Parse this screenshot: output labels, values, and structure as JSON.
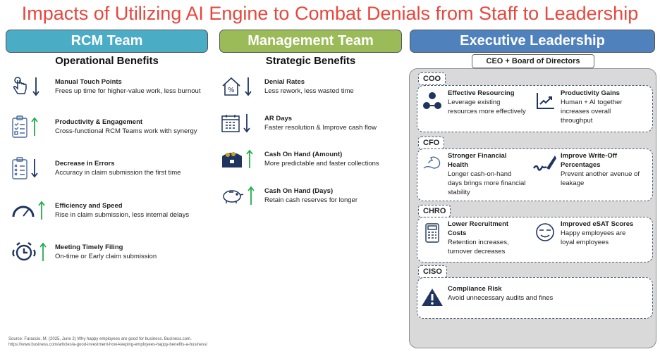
{
  "title": "Impacts of Utilizing AI Engine to Combat Denials from Staff to Leadership",
  "colors": {
    "title": "#e8463c",
    "rcm": "#4bacc6",
    "mgmt": "#9bbb59",
    "exec": "#4f81bd",
    "up": "#1fae4b",
    "down": "#1f3560"
  },
  "rcm": {
    "header": "RCM Team",
    "subtitle": "Operational Benefits",
    "items": [
      {
        "title": "Manual Touch Points",
        "desc": "Frees up time for higher-value work, less burnout",
        "icon": "touch-icon",
        "trend": "down"
      },
      {
        "title": "Productivity & Engagement",
        "desc": "Cross-functional RCM Teams work with synergy",
        "icon": "checklist-icon",
        "trend": "up"
      },
      {
        "title": "Decrease in Errors",
        "desc": "Accuracy in claim submission the first time",
        "icon": "error-list-icon",
        "trend": "down"
      },
      {
        "title": "Efficiency and Speed",
        "desc": "Rise in claim submission, less internal delays",
        "icon": "speedometer-icon",
        "trend": "up"
      },
      {
        "title": "Meeting Timely Filing",
        "desc": "On-time or Early claim submission",
        "icon": "alarm-clock-icon",
        "trend": "up"
      }
    ]
  },
  "mgmt": {
    "header": "Management Team",
    "subtitle": "Strategic Benefits",
    "items": [
      {
        "title": "Denial Rates",
        "desc": "Less rework, less wasted time",
        "icon": "percent-house-icon",
        "trend": "down"
      },
      {
        "title": "AR Days",
        "desc": "Faster resolution & Improve cash flow",
        "icon": "calendar-icon",
        "trend": "down"
      },
      {
        "title": "Cash On Hand (Amount)",
        "desc": "More predictable and faster collections",
        "icon": "treasure-chest-icon",
        "trend": "up"
      },
      {
        "title": "Cash On Hand (Days)",
        "desc": "Retain cash reserves for longer",
        "icon": "piggy-bank-icon",
        "trend": "up"
      }
    ]
  },
  "exec": {
    "header": "Executive Leadership",
    "ceo": "CEO + Board of Directors",
    "sections": [
      {
        "label": "COO",
        "items": [
          {
            "title": "Effective Resourcing",
            "desc": "Leverage existing resources more effectively"
          },
          {
            "title": "Productivity Gains",
            "desc": "Human + AI together increases overall throughput"
          }
        ]
      },
      {
        "label": "CFO",
        "items": [
          {
            "title": "Stronger Financial Health",
            "desc": "Longer cash-on-hand days brings more financial stability"
          },
          {
            "title": "Improve Write-Off Percentages",
            "desc": "Prevent another avenue of leakage"
          }
        ]
      },
      {
        "label": "CHRO",
        "items": [
          {
            "title": "Lower Recruitment Costs",
            "desc": "Retention increases, turnover decreases"
          },
          {
            "title": "Improved eSAT Scores",
            "desc": "Happy employees are loyal employees"
          }
        ]
      },
      {
        "label": "CISO",
        "items": [
          {
            "title": "Compliance Risk",
            "desc": "Avoid unnecessary audits and fines"
          }
        ]
      }
    ]
  },
  "source": {
    "line1": "Source: Faraccio, M. (2025, June 2) Why happy employees are good for business. Business.com.",
    "line2": "https://www.business.com/articles/a-good-investment-how-keeping-employees-happy-benefits-a-business/"
  }
}
